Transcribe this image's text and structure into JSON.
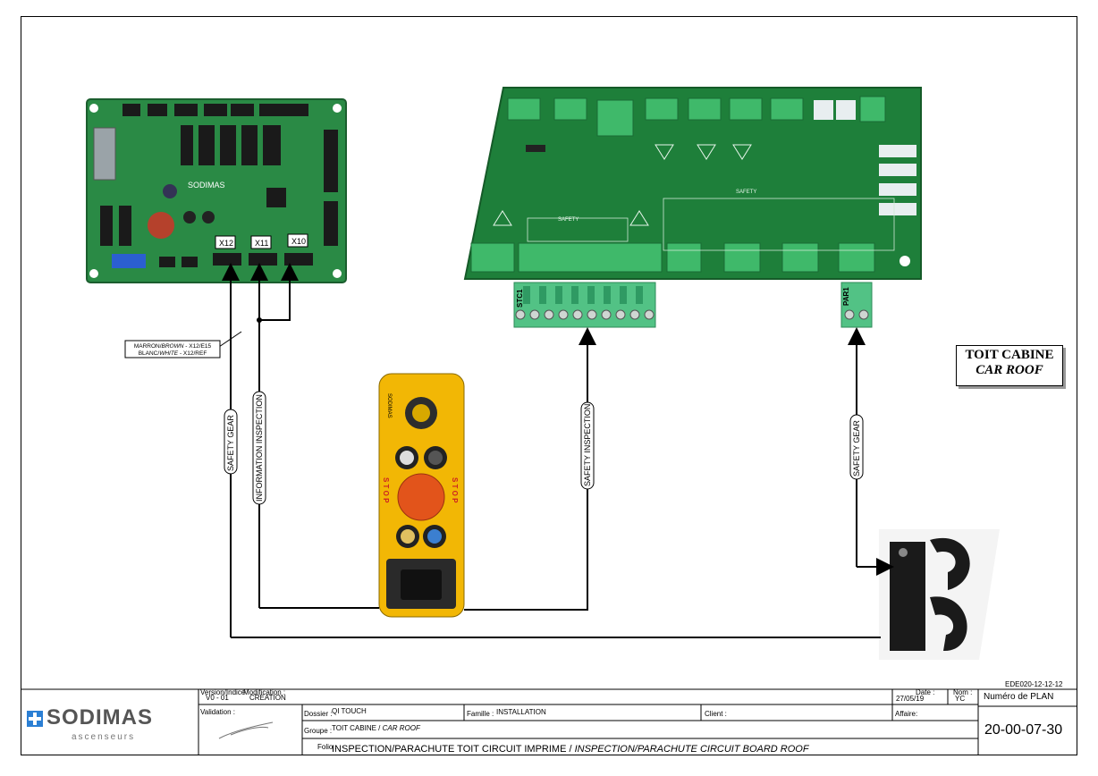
{
  "board_labels": {
    "x12": "X12",
    "x11": "X11",
    "x10": "X10",
    "stc1": "STC1",
    "par1": "PAR1"
  },
  "wire_note": {
    "line1_a": "MARRON/",
    "line1_b": "BROWN",
    "line1_c": " - X12/E15",
    "line2_a": "BLANC/",
    "line2_b": "WHITE",
    "line2_c": " - X12/REF"
  },
  "cables": {
    "safety_gear_left": "SAFETY GEAR",
    "information_inspection": "INFORMATION INSPECTION",
    "safety_inspection": "SAFETY INSPECTION",
    "safety_gear_right": "SAFETY GEAR"
  },
  "pcb_text": {
    "safety": "SAFETY",
    "sodimas": "SODIMAS"
  },
  "pendant": {
    "brand": "SODIMAS",
    "stop_left": "S T O P",
    "stop_right": "S T O P"
  },
  "title": {
    "fr": "TOIT CABINE",
    "en": "CAR ROOF"
  },
  "ref_code": "EDE020-12-12-12",
  "title_block": {
    "version_caption": "Version/Indice",
    "version": "V0 - 01",
    "modification_caption": "Modification :",
    "modification": "CREATION",
    "date_caption": "Date :",
    "date": "27/05/19",
    "nom_caption": "Nom :",
    "nom": "YC",
    "plan_caption": "Numéro de PLAN",
    "plan_number": "20-00-07-30",
    "validation_caption": "Validation :",
    "dossier_caption": "Dossier :",
    "dossier": "QI TOUCH",
    "famille_caption": "Famille :",
    "famille": "INSTALLATION",
    "client_caption": "Client :",
    "affaire_caption": "Affaire:",
    "groupe_caption": "Groupe :",
    "groupe_fr": "TOIT CABINE / ",
    "groupe_en": "CAR ROOF",
    "folio_caption": "Folio :",
    "folio_fr": "INSPECTION/PARACHUTE TOIT CIRCUIT IMPRIME / ",
    "folio_en": "INSPECTION/PARACHUTE CIRCUIT BOARD ROOF",
    "logo": "SODIMAS",
    "logo_sub": "ascenseurs"
  },
  "colors": {
    "pcb": "#1e7a3a",
    "connector": "#4fbf7a",
    "pendant": "#f2b705",
    "stop_button": "#e2541b"
  }
}
